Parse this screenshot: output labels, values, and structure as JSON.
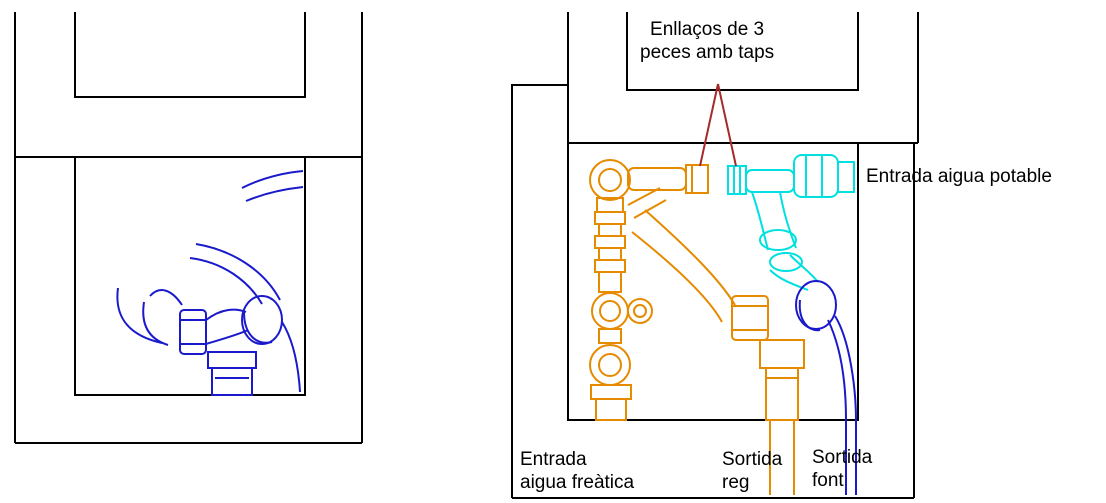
{
  "labels": {
    "fittings": "Enllaços de 3\npeces amb taps",
    "potable_inlet": "Entrada aigua potable",
    "phreatic_inlet": "Entrada\naigua freàtica",
    "irrigation_outlet": "Sortida\nreg",
    "fountain_outlet": "Sortida\nfont"
  },
  "colors": {
    "structure": "#000000",
    "potable_pipe": "#00e0e0",
    "phreatic_pipe": "#e68a00",
    "fountain_pipe": "#1a1acc",
    "leader_line": "#a52a2a"
  }
}
